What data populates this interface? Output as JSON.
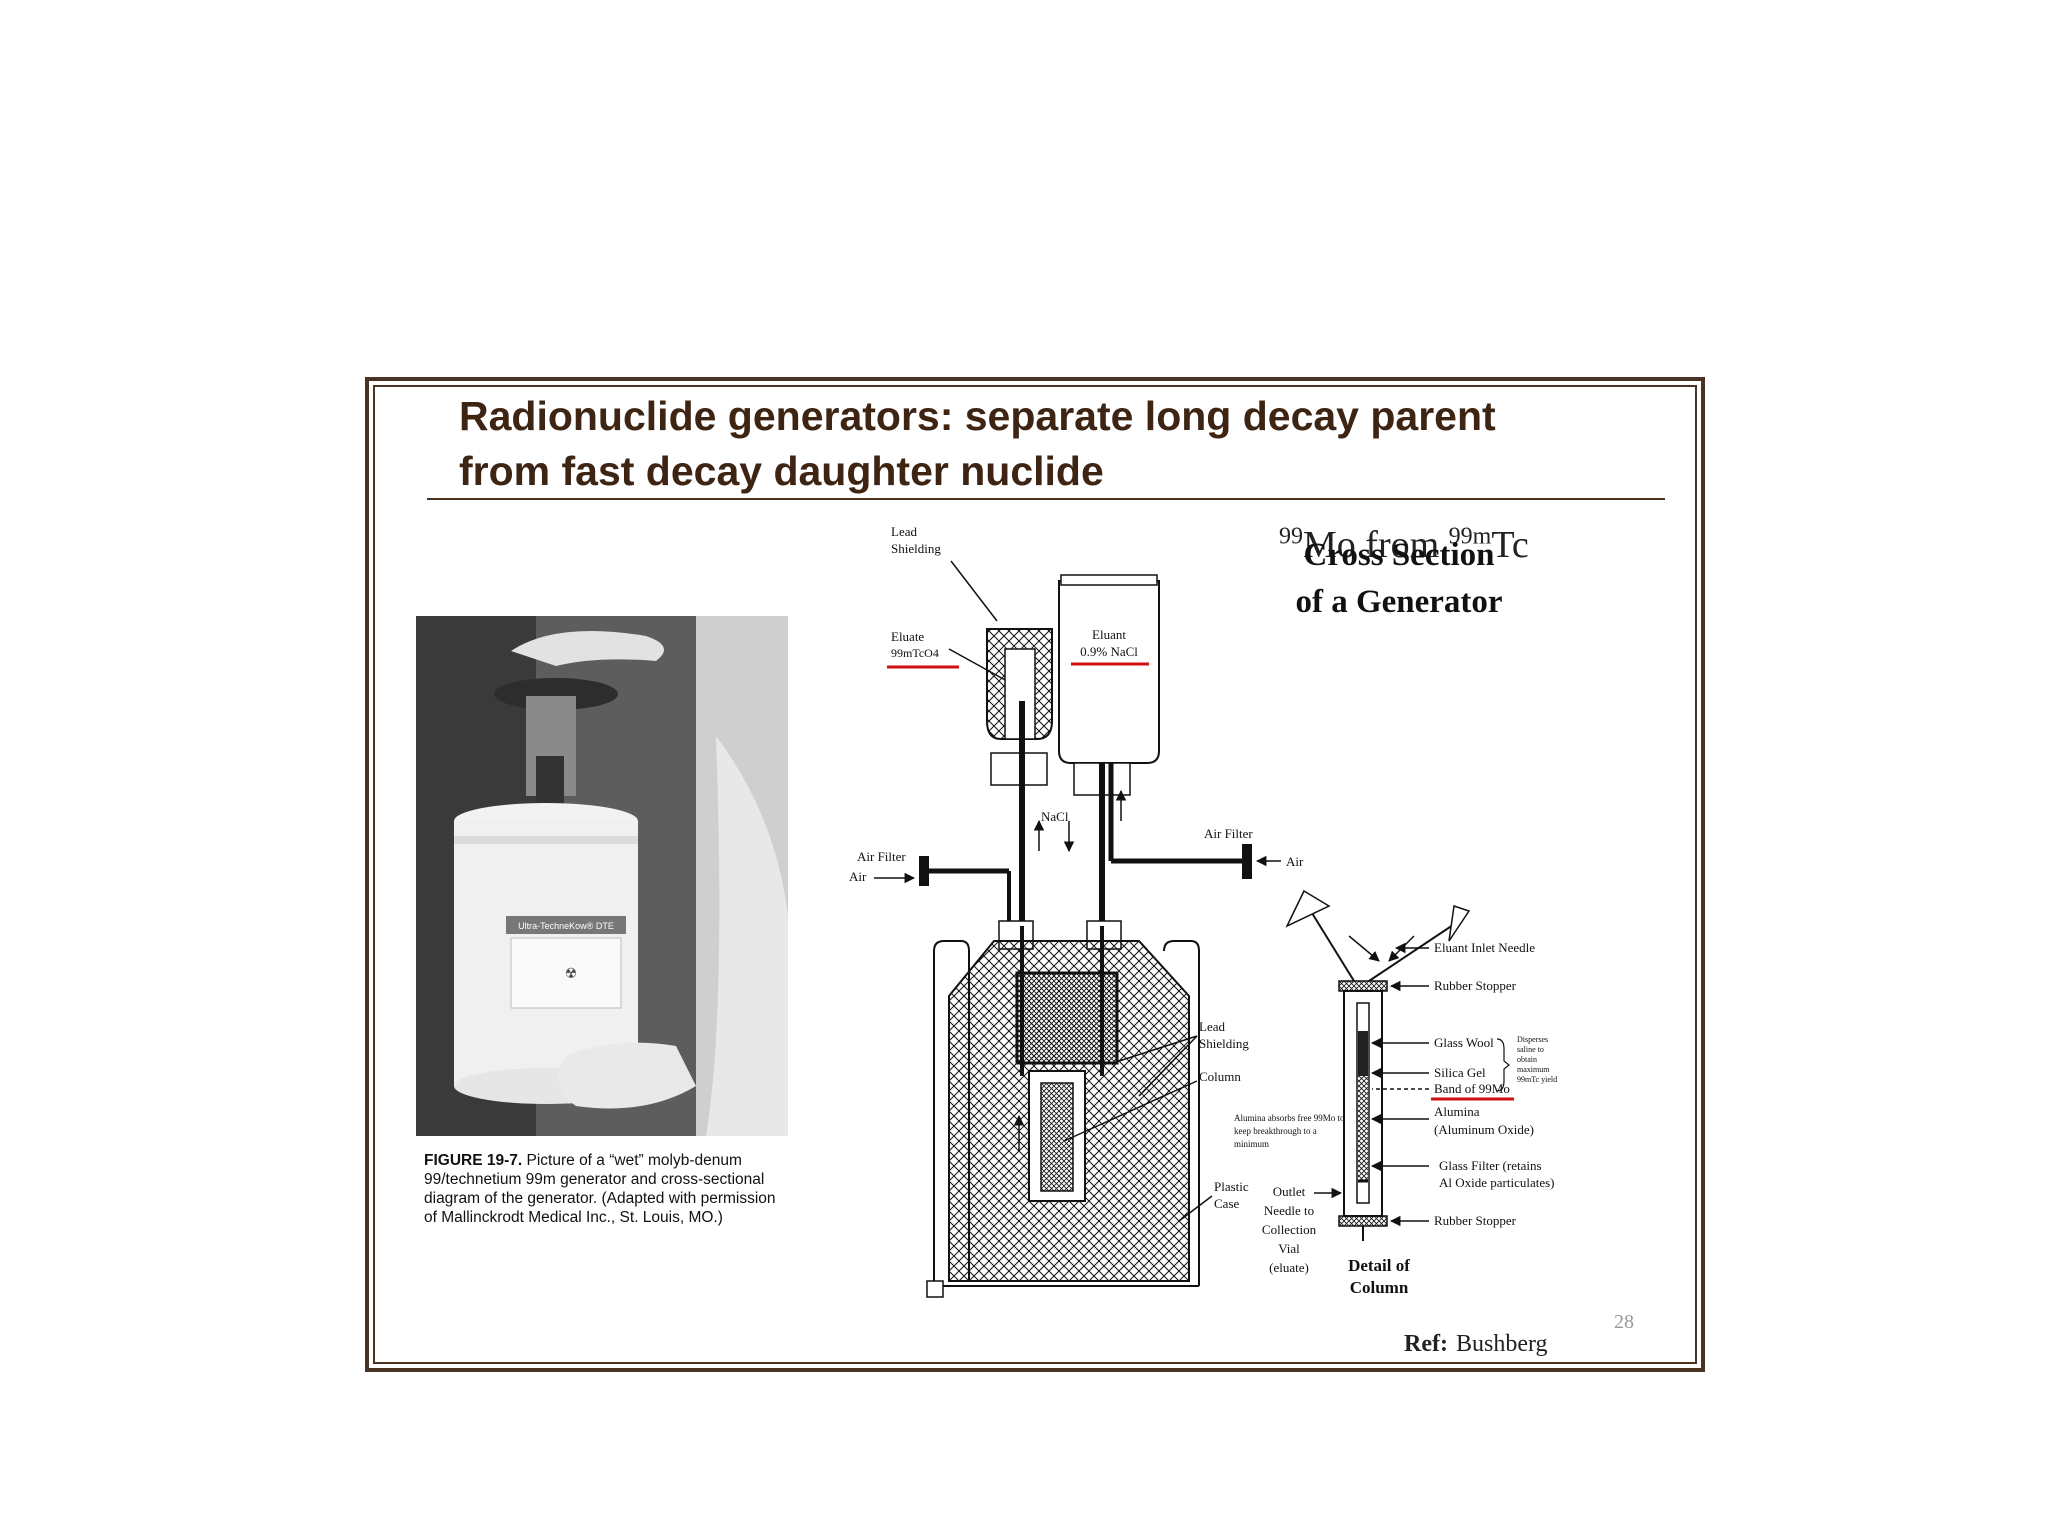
{
  "slide": {
    "title_line1": "Radionuclide generators: separate long decay parent",
    "title_line2": "from fast decay daughter nuclide",
    "subtitle_sup1": "99",
    "subtitle_el1": "Mo from ",
    "subtitle_sup2": "99m",
    "subtitle_el2": "Tc",
    "ref_label": "Ref:",
    "ref_value": "Bushberg",
    "page_number": "28"
  },
  "figure": {
    "caption_bold": "FIGURE 19-7.",
    "caption_text": "Picture of a “wet” molyb-denum 99/technetium 99m generator and cross-sectional diagram of the generator. (Adapted with permission of Mallinckrodt Medical Inc., St. Louis, MO.)",
    "label_ultra": "Ultra-TechneKow® DTE"
  },
  "diagram": {
    "heading_line1": "Cross Section",
    "heading_line2": "of a Generator",
    "lead_shielding_top_1": "Lead",
    "lead_shielding_top_2": "Shielding",
    "eluate_1": "Eluate",
    "eluate_2": "99mTcO4",
    "eluant_1": "Eluant",
    "eluant_2": "0.9% NaCl",
    "nacl": "NaCl",
    "air_filter_left": "Air Filter",
    "air_left": "Air",
    "air_filter_right": "Air Filter",
    "air_right": "Air",
    "lead_shielding_mid_1": "Lead",
    "lead_shielding_mid_2": "Shielding",
    "column": "Column",
    "alumina_note_1": "Alumina absorbs free 99Mo to",
    "alumina_note_2": "keep breakthrough to a",
    "alumina_note_3": "minimum",
    "plastic_1": "Plastic",
    "plastic_2": "Case",
    "outlet_1": "Outlet",
    "outlet_2": "Needle to",
    "outlet_3": "Collection",
    "outlet_4": "Vial",
    "outlet_5": "(eluate)",
    "detail_1": "Detail of",
    "detail_2": "Column",
    "eluant_inlet": "Eluant Inlet Needle",
    "rubber_top": "Rubber Stopper",
    "glass_wool": "Glass Wool",
    "silica_gel": "Silica Gel",
    "band_mo": "Band of 99Mo",
    "alumina_1": "Alumina",
    "alumina_2": "(Aluminum Oxide)",
    "glass_filter_1": "Glass Filter (retains",
    "glass_filter_2": "Al Oxide particulates)",
    "rubber_bottom": "Rubber Stopper",
    "disperses_1": "Disperses",
    "disperses_2": "saline to",
    "disperses_3": "obtain",
    "disperses_4": "maximum",
    "disperses_5": "99mTc yield"
  },
  "colors": {
    "title": "#3d2413",
    "border": "#4a3322",
    "underline": "#d01010"
  }
}
